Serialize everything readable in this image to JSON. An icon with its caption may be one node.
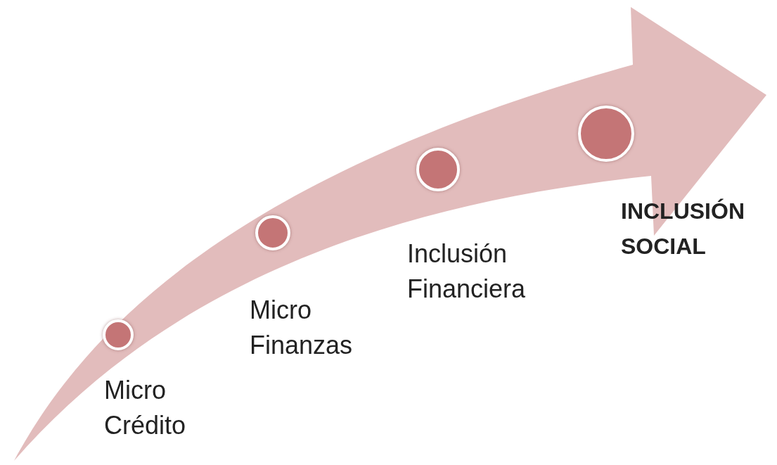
{
  "diagram": {
    "nodes": [
      {
        "text": [],
        "shape": "circle",
        "beside": [
          "Micro Crédito"
        ]
      },
      {
        "text": [],
        "shape": "circle",
        "beside": [
          "Micro Finanzas"
        ]
      },
      {
        "text": [],
        "shape": "circle",
        "beside": [
          "Inclusión Financiera"
        ]
      },
      {
        "text": [],
        "shape": "circle",
        "beside": [
          "INCLUSIÓN SOCIAL"
        ]
      }
    ]
  }
}
